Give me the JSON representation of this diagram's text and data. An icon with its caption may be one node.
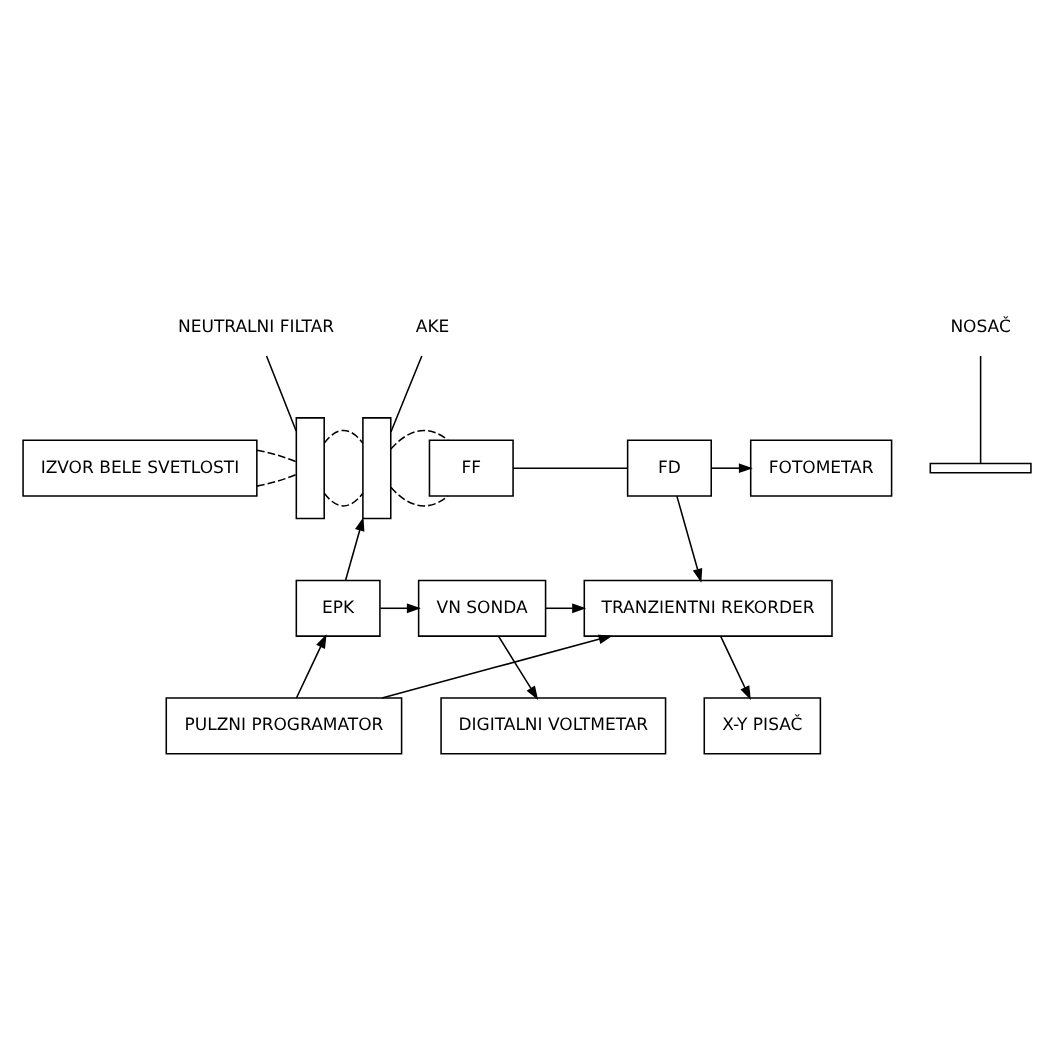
{
  "diagram": {
    "nodes": [
      {
        "text": [
          "FOTOMETAR"
        ]
      },
      {
        "text": [
          "IZVOR BELE SVETLOSTI"
        ]
      },
      {
        "text": [],
        "shape": "box"
      },
      {
        "text": [
          "NEUTRALNI FILTAR"
        ]
      },
      {
        "text": [
          "AKE"
        ]
      },
      {
        "text": [],
        "shape": "box"
      },
      {
        "text": [
          "NOSAČ"
        ]
      },
      {
        "text": [],
        "shape": "bar"
      },
      {
        "text": [
          "FF"
        ]
      },
      {
        "text": [
          "FD"
        ]
      },
      {
        "text": [
          "TRANZIENTNI REKORDER"
        ]
      },
      {
        "text": [
          "VN SONDA"
        ]
      },
      {
        "text": [
          "EPK"
        ]
      },
      {
        "text": [
          "DIGITALNI VOLTMETAR"
        ]
      },
      {
        "text": [
          "X-Y PISAČ"
        ]
      },
      {
        "text": [
          "PULZNI PROGRAMATOR"
        ]
      }
    ],
    "edges": [
      {
        "from": 1,
        "to": 2,
        "arrow": "none",
        "style": "dashed"
      },
      {
        "from": 1,
        "to": 2,
        "arrow": "none",
        "style": "dashed"
      },
      {
        "from": 2,
        "to": 5,
        "arrow": "none",
        "style": "dashed"
      },
      {
        "from": 2,
        "to": 5,
        "arrow": "none",
        "style": "dashed"
      },
      {
        "from": 5,
        "to": 8,
        "arrow": "none",
        "style": "dashed"
      },
      {
        "from": 5,
        "to": 8,
        "arrow": "none",
        "style": "dashed"
      },
      {
        "from": 3,
        "to": 2,
        "arrow": "none"
      },
      {
        "from": 4,
        "to": 5,
        "arrow": "none"
      },
      {
        "from": 6,
        "to": 7,
        "arrow": "none"
      },
      {
        "from": 8,
        "to": 9,
        "arrow": "none"
      },
      {
        "from": 9,
        "to": 0,
        "arrow": "to"
      },
      {
        "from": 9,
        "to": 10,
        "arrow": "to"
      },
      {
        "from": 15,
        "to": 12,
        "arrow": "to"
      },
      {
        "from": 12,
        "to": 11,
        "arrow": "to"
      },
      {
        "from": 12,
        "to": 5,
        "arrow": "to"
      },
      {
        "from": 15,
        "to": 10,
        "arrow": "to"
      },
      {
        "from": 11,
        "to": 13,
        "arrow": "to"
      },
      {
        "from": 11,
        "to": 10,
        "arrow": "to"
      },
      {
        "from": 10,
        "to": 14,
        "arrow": "to"
      }
    ]
  }
}
